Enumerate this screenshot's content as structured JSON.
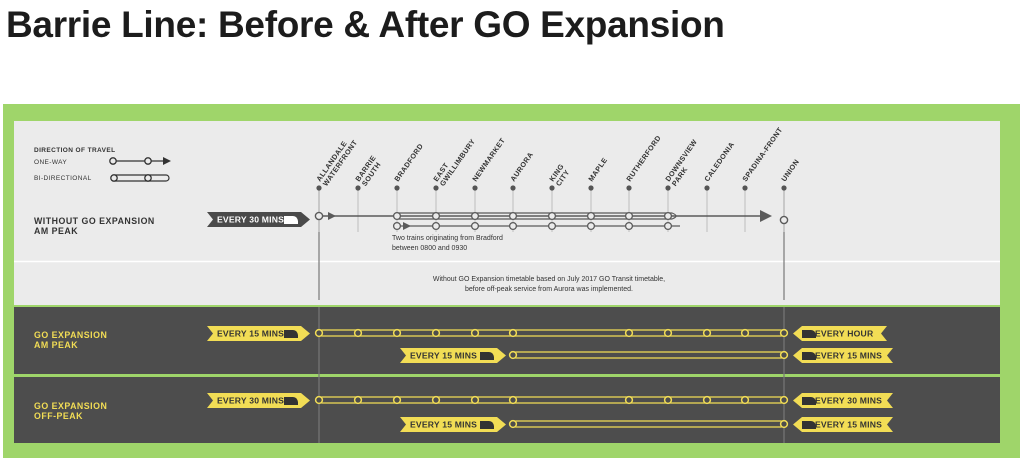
{
  "title": "Barrie Line: Before & After GO Expansion",
  "colors": {
    "frame_green": "#9fd56a",
    "light_panel": "#ebebeb",
    "dark_panel": "#4d4d4d",
    "yellow": "#f2dd55",
    "before_line": "#5a5a5a"
  },
  "legend": {
    "heading": "DIRECTION OF TRAVEL",
    "one_way": "ONE-WAY",
    "bi_directional": "BI-DIRECTIONAL"
  },
  "stations": [
    "ALLANDALE WATERFRONT",
    "BARRIE SOUTH",
    "BRADFORD",
    "EAST GWILLIMBURY",
    "NEWMARKET",
    "AURORA",
    "KING CITY",
    "MAPLE",
    "RUTHERFORD",
    "DOWNSVIEW PARK",
    "CALEDONIA",
    "SPADINA-FRONT",
    "UNION"
  ],
  "rows": {
    "without": {
      "label": "WITHOUT GO EXPANSION\nAM PEAK",
      "frequency": "EVERY 30 MINS",
      "note_trains": "Two trains originating from Bradford\nbetween 0800 and 0930",
      "footnote": "Without GO Expansion timetable based on July 2017 GO Transit timetable,\nbefore off-peak service from Aurora was implemented."
    },
    "am_peak": {
      "label": "GO EXPANSION\nAM PEAK",
      "line1_freq": "EVERY 15 MINS",
      "line1_union_freq": "EVERY HOUR",
      "line2_freq": "EVERY 15 MINS",
      "line2_union_freq": "EVERY 15 MINS"
    },
    "off_peak": {
      "label": "GO EXPANSION\nOFF-PEAK",
      "line1_freq": "EVERY 30 MINS",
      "line1_union_freq": "EVERY 30 MINS",
      "line2_freq": "EVERY 15 MINS",
      "line2_union_freq": "EVERY 15 MINS"
    }
  }
}
